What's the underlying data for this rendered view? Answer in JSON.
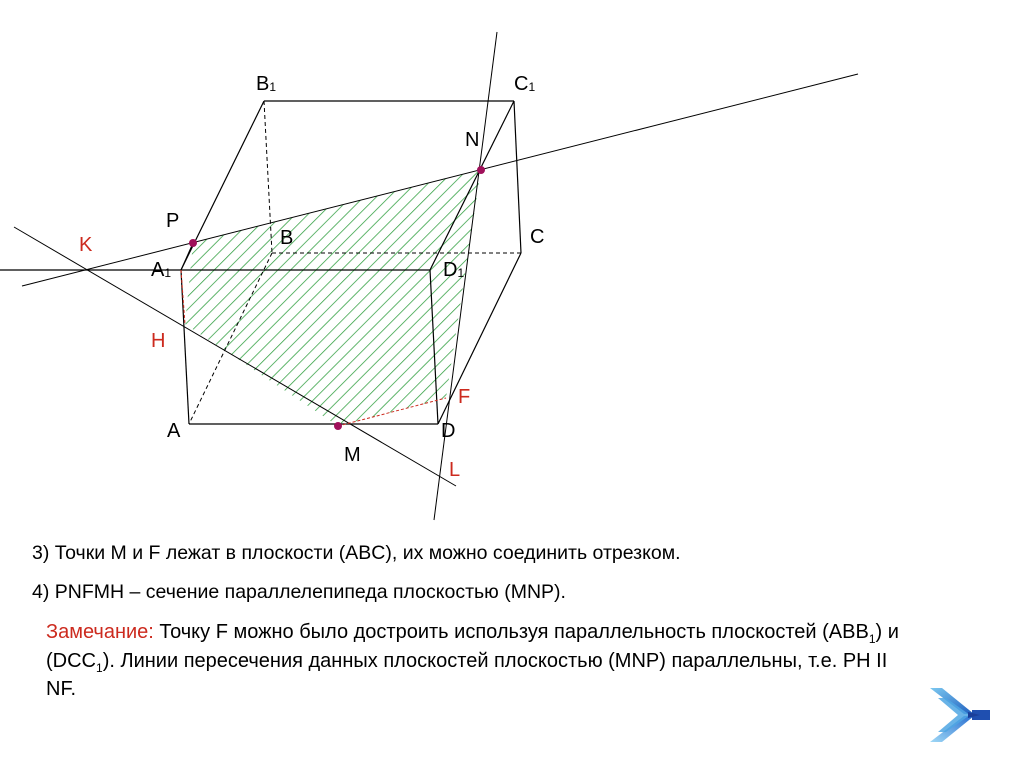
{
  "labels": {
    "b1": {
      "base": "B",
      "sub": "1"
    },
    "c1": {
      "base": "C",
      "sub": "1"
    },
    "n": "N",
    "p": "P",
    "k": "K",
    "b": "B",
    "c": "C",
    "a1": {
      "base": "A",
      "sub": "1"
    },
    "d1": {
      "base": "D",
      "sub": "1"
    },
    "h": "H",
    "f": "F",
    "a": "A",
    "d": "D",
    "m": "M",
    "l": "L"
  },
  "text": {
    "line3": "3) Точки M и F лежат в плоскости (ABC), их можно соединить отрезком.",
    "line4": "4) PNFMH – сечение параллелепипеда плоскостью (MNP).",
    "note_label": "Замечание:",
    "note_part1": " Точку F можно было достроить используя параллельность плоскостей (ABB",
    "note_sub1": "1",
    "note_part2": ") и (DCC",
    "note_sub2": "1",
    "note_part3": "). Линии пересечения данных плоскостей плоскостью (MNP) параллельны, т.е. PH II NF."
  },
  "colors": {
    "red": "#cc2a1e",
    "hatch": "#2e9e3e",
    "point": "#a0105a",
    "arrow_dark": "#1f5fbf",
    "arrow_light": "#7cc8f0"
  },
  "icons": {
    "next": "next-arrow-icon"
  }
}
